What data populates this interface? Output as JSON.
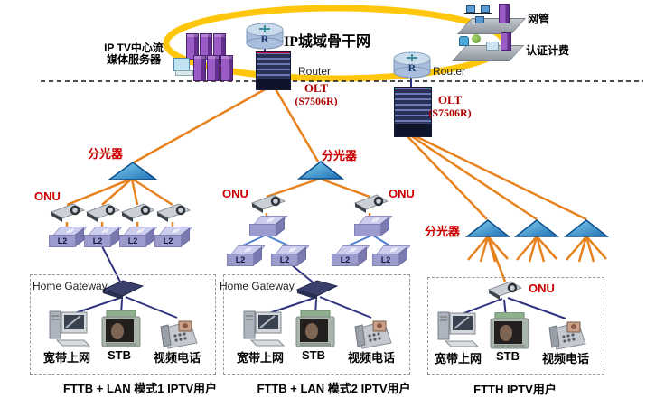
{
  "diagram": {
    "backbone_label": "IP城域骨干网",
    "media_server_label_line1": "IP TV中心流",
    "media_server_label_line2": "媒体服务器",
    "nms_label": "网管",
    "auth_billing_label": "认证计费",
    "router_label_left": "Router",
    "router_label_right": "Router",
    "router_letter": "R",
    "olt_left": {
      "name": "OLT",
      "model": "(S7506R)"
    },
    "olt_right": {
      "name": "OLT",
      "model": "(S7506R)"
    },
    "splitter_label_left": "分光器",
    "splitter_label_mid": "分光器",
    "splitter_label_right": "分光器",
    "onu_label_left": "ONU",
    "onu_label_mid_left": "ONU",
    "onu_label_mid_right": "ONU",
    "onu_label_ftth": "ONU",
    "l2_label": "L2",
    "switch_arrows": "⇄",
    "home_gateway_label_1": "Home Gateway",
    "home_gateway_label_2": "Home Gateway",
    "device_labels": [
      "宽带上网",
      "STB",
      "视频电话"
    ],
    "captions": [
      "FTTB + LAN 模式1 IPTV用户",
      "FTTB + LAN 模式2 IPTV用户",
      "FTTH IPTV用户"
    ],
    "colors": {
      "backbone_ring": "#ffc60b",
      "fiber_line": "#e8821e",
      "home_link_line": "#2f3380",
      "lan_link_line": "#4c7fd0",
      "highlight_text": "#cc0000",
      "splitter_fill": "#2b7fc0"
    }
  }
}
